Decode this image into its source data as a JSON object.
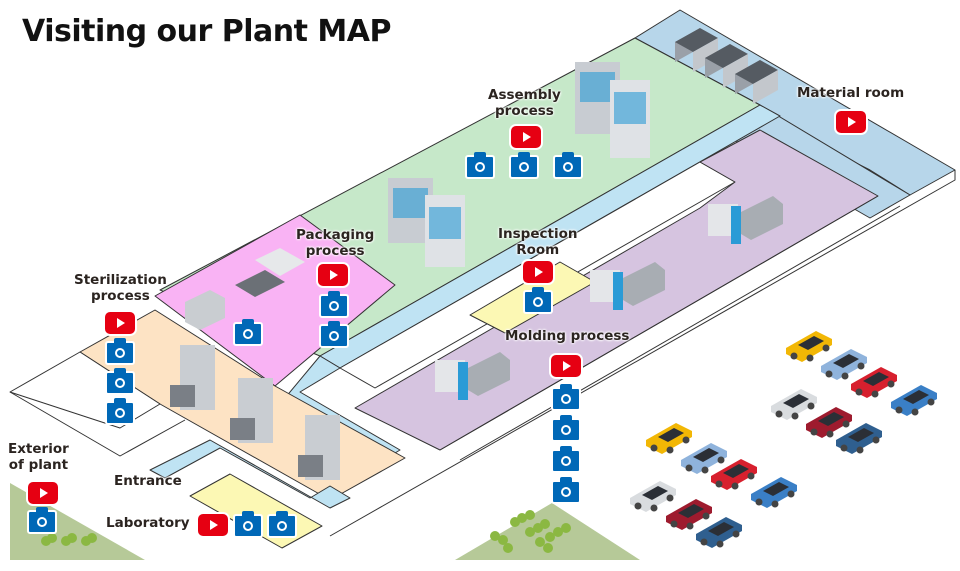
{
  "title": "Visiting our Plant MAP",
  "colors": {
    "assembly": "#c6e8c9",
    "material": "#b7d6ea",
    "molding": "#d6c4e0",
    "packaging": "#f9b3f4",
    "sterilization": "#fde3c4",
    "corridor": "#bfe3f3",
    "inspection": "#fcf8b4",
    "laboratory": "#fcf8b4",
    "exterior": "#b6c998",
    "youtube": "#e60012",
    "camera": "#0068b7"
  },
  "areas": [
    {
      "id": "assembly",
      "label": "Assembly\nprocess",
      "videos": 1,
      "photos": 3
    },
    {
      "id": "material",
      "label": "Material room",
      "videos": 1,
      "photos": 0
    },
    {
      "id": "packaging",
      "label": "Packaging\nprocess",
      "videos": 1,
      "photos": 3
    },
    {
      "id": "inspection",
      "label": "Inspection\nRoom",
      "videos": 1,
      "photos": 1
    },
    {
      "id": "sterilization",
      "label": "Sterilization\nprocess",
      "videos": 1,
      "photos": 3
    },
    {
      "id": "molding",
      "label": "Molding process",
      "videos": 1,
      "photos": 4
    },
    {
      "id": "exterior",
      "label": "Exterior\nof plant",
      "videos": 1,
      "photos": 1
    },
    {
      "id": "entrance",
      "label": "Entrance",
      "videos": 0,
      "photos": 0
    },
    {
      "id": "laboratory",
      "label": "Laboratory",
      "videos": 1,
      "photos": 2
    }
  ],
  "labels": {
    "assembly_1": "Assembly",
    "assembly_2": "process",
    "material": "Material room",
    "packaging_1": "Packaging",
    "packaging_2": "process",
    "inspection_1": "Inspection",
    "inspection_2": "Room",
    "sterilization_1": "Sterilization",
    "sterilization_2": "process",
    "molding": "Molding process",
    "exterior_1": "Exterior",
    "exterior_2": "of plant",
    "entrance": "Entrance",
    "laboratory": "Laboratory"
  },
  "icons": {
    "video": "youtube-play-icon",
    "photo": "camera-icon"
  },
  "cars": [
    "#f2b705",
    "#8fb3dc",
    "#d7202e",
    "#d9dcdf",
    "#9e1b2e",
    "#3a7fc6",
    "#2f5f8f"
  ]
}
